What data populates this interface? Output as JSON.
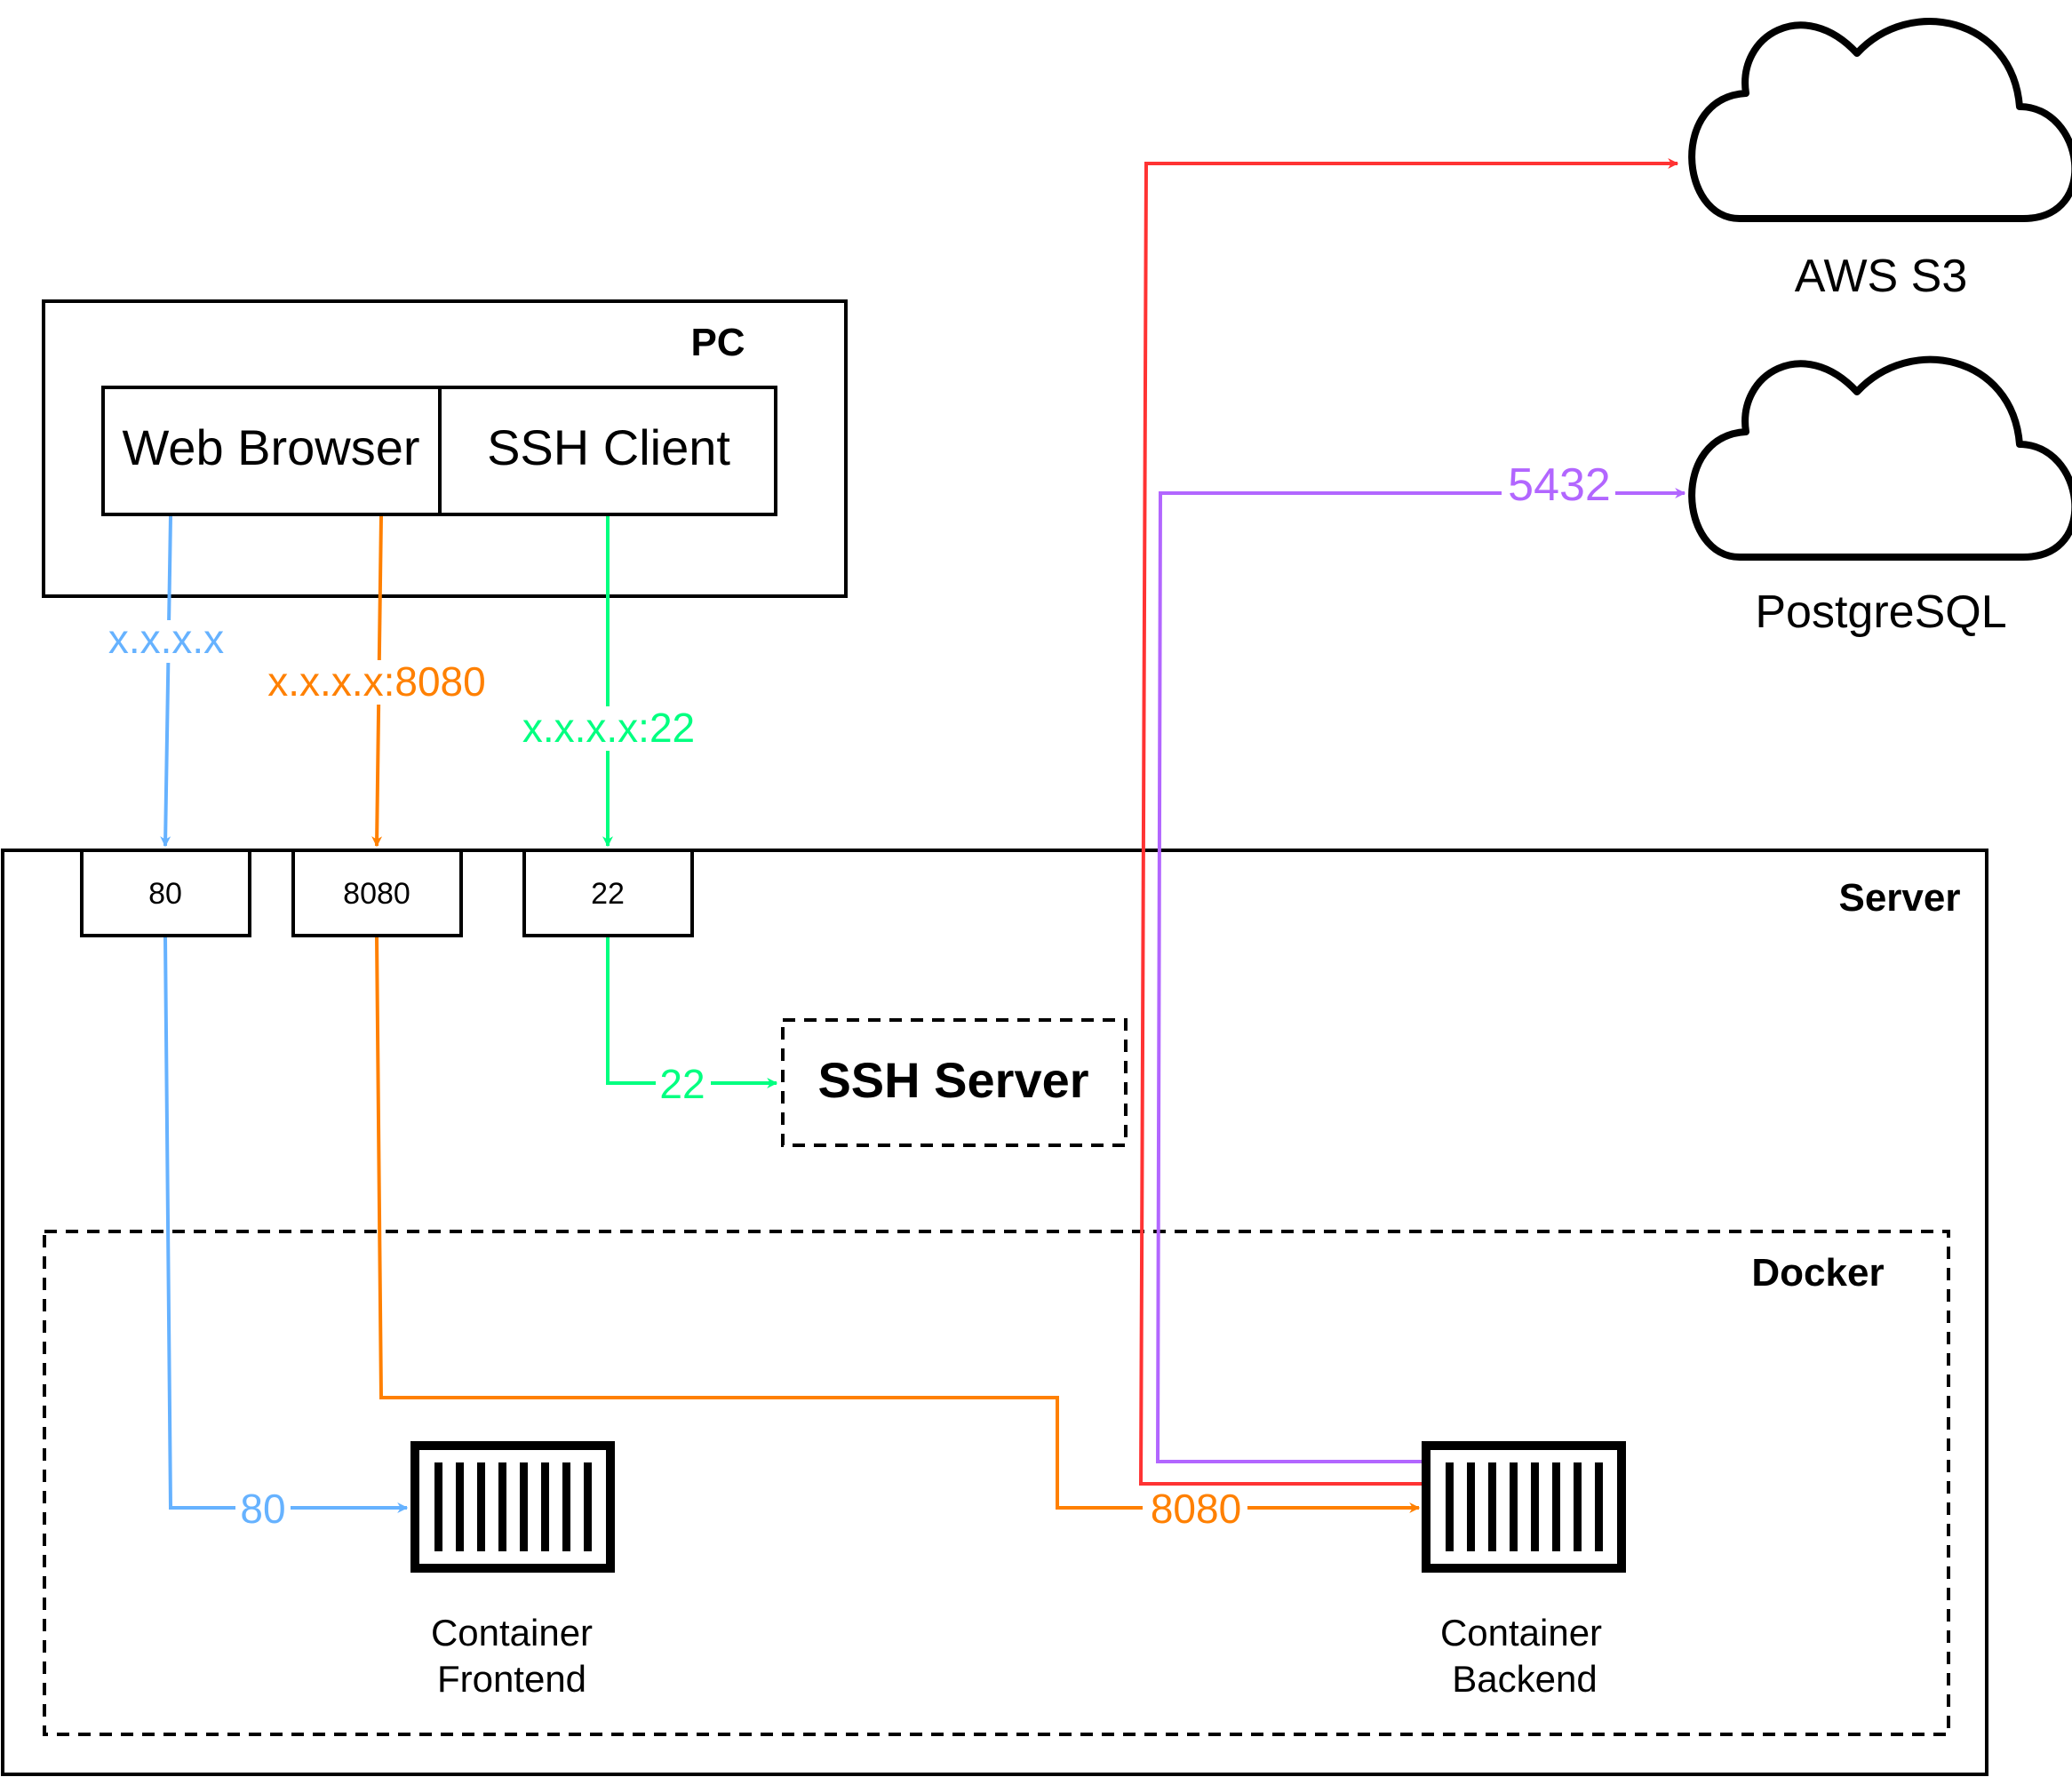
{
  "colors": {
    "blue": "#66b2ff",
    "orange": "#ff8000",
    "green": "#00ff80",
    "red": "#ff3333",
    "purple": "#b266ff",
    "stroke": "#000000"
  },
  "pc": {
    "title": "PC",
    "web_browser": "Web Browser",
    "ssh_client": "SSH Client"
  },
  "server": {
    "title": "Server",
    "ports": [
      "80",
      "8080",
      "22"
    ],
    "ssh_server": "SSH Server"
  },
  "docker": {
    "title": "Docker",
    "frontend_line1": "Container",
    "frontend_line2": "Frontend",
    "backend_line1": "Container",
    "backend_line2": "Backend"
  },
  "clouds": {
    "aws": "AWS S3",
    "postgres": "PostgreSQL"
  },
  "edge_labels": {
    "browser_ip": "x.x.x.x",
    "browser_ip_8080": "x.x.x.x:8080",
    "ssh_ip_22": "x.x.x.x:22",
    "ssh_port": "22",
    "frontend_port": "80",
    "backend_port": "8080",
    "postgres_port": "5432"
  },
  "icons": {
    "container": "container-icon",
    "cloud": "cloud-icon"
  }
}
